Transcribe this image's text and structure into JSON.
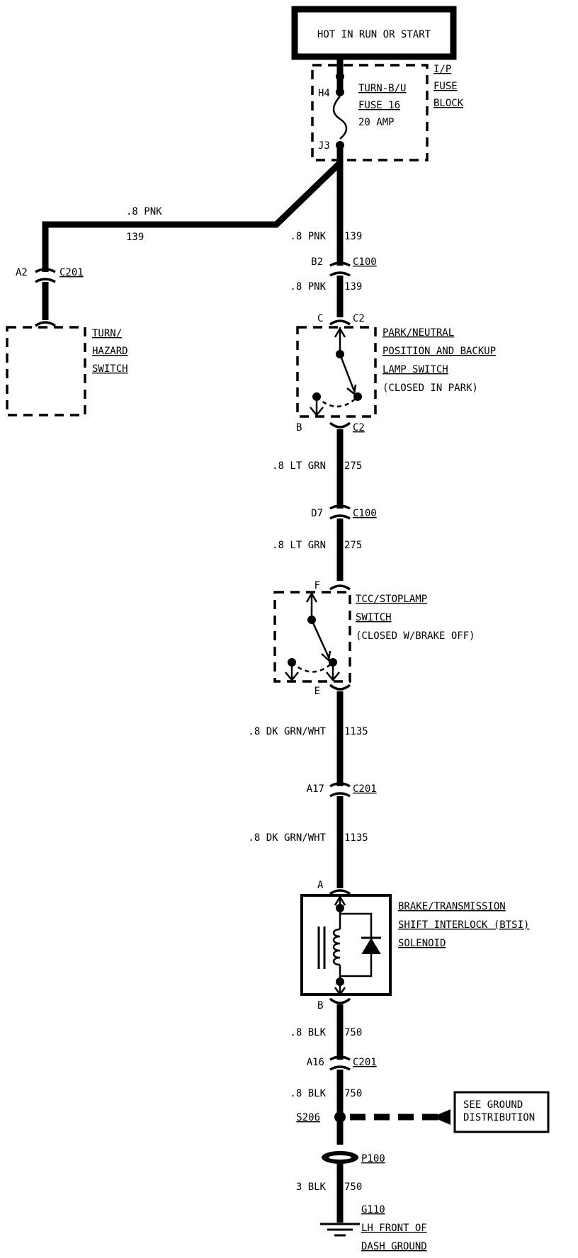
{
  "power_source": "HOT IN RUN OR START",
  "fuse_block": {
    "terminal_in": "H4",
    "terminal_out": "J3",
    "fuse_name": "TURN-B/U",
    "fuse_number": "FUSE 16",
    "fuse_rating": "20 AMP",
    "label_line1": "I/P",
    "label_line2": "FUSE",
    "label_line3": "BLOCK"
  },
  "left_branch": {
    "wire_size_color": ".8 PNK",
    "circuit": "139",
    "connector_pin": "A2",
    "connector": "C201",
    "component_line1": "TURN/",
    "component_line2": "HAZARD",
    "component_line3": "SWITCH"
  },
  "main_wire_1": {
    "size_color": ".8 PNK",
    "circuit": "139"
  },
  "connector_c100_a": {
    "pin": "B2",
    "connector": "C100"
  },
  "main_wire_2": {
    "size_color": ".8 PNK",
    "circuit": "139"
  },
  "park_neutral_switch": {
    "pin_in": "C",
    "connector_in": "C2",
    "pin_out": "B",
    "connector_out": "C2",
    "line1": "PARK/NEUTRAL",
    "line2": "POSITION AND BACKUP",
    "line3": "LAMP SWITCH",
    "line4": "(CLOSED IN PARK)"
  },
  "main_wire_3": {
    "size_color": ".8 LT GRN",
    "circuit": "275"
  },
  "connector_c100_b": {
    "pin": "D7",
    "connector": "C100"
  },
  "main_wire_4": {
    "size_color": ".8 LT GRN",
    "circuit": "275"
  },
  "tcc_switch": {
    "pin_in": "F",
    "pin_out": "E",
    "line1": "TCC/STOPLAMP",
    "line2": "SWITCH",
    "line3": "(CLOSED W/BRAKE OFF)"
  },
  "main_wire_5": {
    "size_color": ".8 DK GRN/WHT",
    "circuit": "1135"
  },
  "connector_c201_a": {
    "pin": "A17",
    "connector": "C201"
  },
  "main_wire_6": {
    "size_color": ".8 DK GRN/WHT",
    "circuit": "1135"
  },
  "solenoid": {
    "pin_in": "A",
    "pin_out": "B",
    "line1": "BRAKE/TRANSMISSION",
    "line2": "SHIFT INTERLOCK (BTSI)",
    "line3": "SOLENOID"
  },
  "main_wire_7": {
    "size_color": ".8 BLK",
    "circuit": "750"
  },
  "connector_c201_b": {
    "pin": "A16",
    "connector": "C201"
  },
  "main_wire_8": {
    "size_color": ".8 BLK",
    "circuit": "750"
  },
  "splice": {
    "name": "S206",
    "ref_line1": "SEE GROUND",
    "ref_line2": "DISTRIBUTION"
  },
  "pass_through": {
    "name": "P100"
  },
  "main_wire_9": {
    "size_color": "3 BLK",
    "circuit": "750"
  },
  "ground": {
    "name": "G110",
    "line1": "LH FRONT OF",
    "line2": "DASH GROUND"
  }
}
